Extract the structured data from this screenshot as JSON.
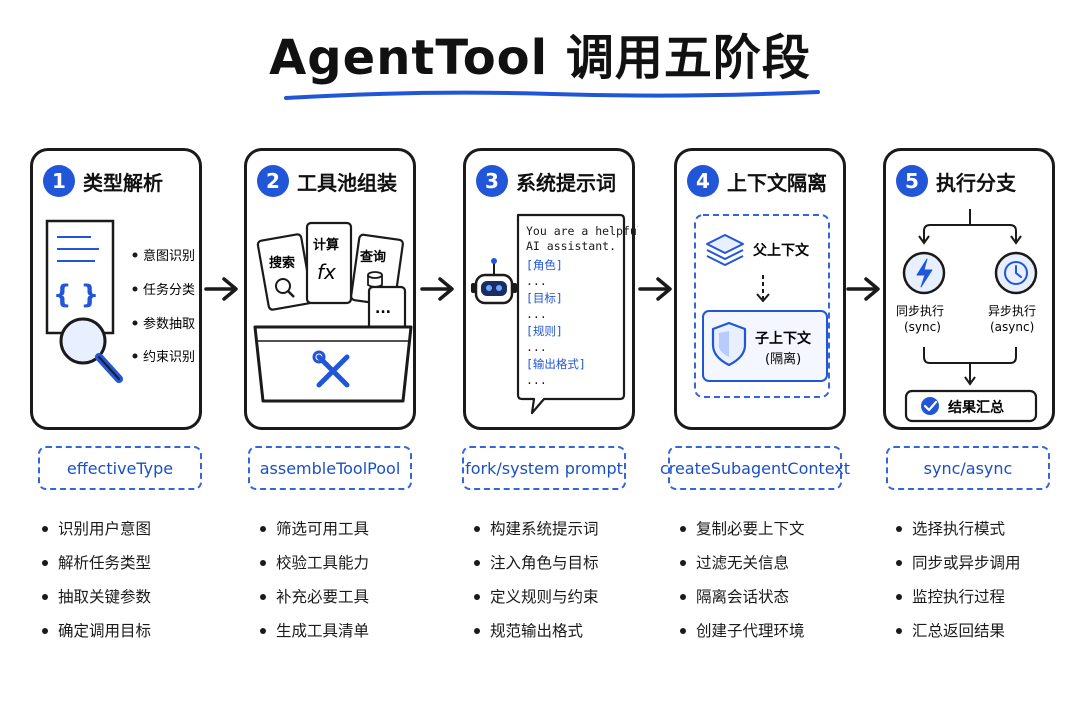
{
  "title": "AgentTool 调用五阶段",
  "colors": {
    "accent": "#2156d9",
    "ink": "#1a1a1a",
    "dashed": "#3366dd"
  },
  "stages": [
    {
      "number": "1",
      "title": "类型解析",
      "icons": [
        "document-icon",
        "braces-icon",
        "magnifier-icon"
      ],
      "items": [
        "意图识别",
        "任务分类",
        "参数抽取",
        "约束识别"
      ],
      "function": "effectiveType",
      "bullets": [
        "识别用户意图",
        "解析任务类型",
        "抽取关键参数",
        "确定调用目标"
      ]
    },
    {
      "number": "2",
      "title": "工具池组装",
      "icons": [
        "tool-card-icon",
        "basket-icon",
        "wrench-screwdriver-icon"
      ],
      "tool_cards": [
        "搜索",
        "计算",
        "查询"
      ],
      "formula_symbol": "fx",
      "ellipsis": "...",
      "function": "assembleToolPool",
      "bullets": [
        "筛选可用工具",
        "校验工具能力",
        "补充必要工具",
        "生成工具清单"
      ]
    },
    {
      "number": "3",
      "title": "系统提示词",
      "icons": [
        "robot-icon",
        "speech-bubble-icon"
      ],
      "prompt_lines": [
        {
          "text": "You are a helpful",
          "kind": "plain"
        },
        {
          "text": "AI assistant.",
          "kind": "plain"
        },
        {
          "text": "[角色]",
          "kind": "tag"
        },
        {
          "text": "...",
          "kind": "plain"
        },
        {
          "text": "[目标]",
          "kind": "tag"
        },
        {
          "text": "...",
          "kind": "plain"
        },
        {
          "text": "[规则]",
          "kind": "tag"
        },
        {
          "text": "...",
          "kind": "plain"
        },
        {
          "text": "[输出格式]",
          "kind": "tag"
        },
        {
          "text": "...",
          "kind": "plain"
        }
      ],
      "function": "fork/system prompt",
      "bullets": [
        "构建系统提示词",
        "注入角色与目标",
        "定义规则与约束",
        "规范输出格式"
      ]
    },
    {
      "number": "4",
      "title": "上下文隔离",
      "icons": [
        "layers-icon",
        "shield-icon"
      ],
      "parent_label": "父上下文",
      "child_label": "子上下文",
      "child_note": "(隔离)",
      "function": "createSubagentContext",
      "bullets": [
        "复制必要上下文",
        "过滤无关信息",
        "隔离会话状态",
        "创建子代理环境"
      ]
    },
    {
      "number": "5",
      "title": "执行分支",
      "icons": [
        "lightning-icon",
        "clock-icon",
        "check-circle-icon"
      ],
      "sync_label": "同步执行",
      "sync_code": "(sync)",
      "async_label": "异步执行",
      "async_code": "(async)",
      "result_label": "结果汇总",
      "function": "sync/async",
      "bullets": [
        "选择执行模式",
        "同步或异步调用",
        "监控执行过程",
        "汇总返回结果"
      ]
    }
  ]
}
